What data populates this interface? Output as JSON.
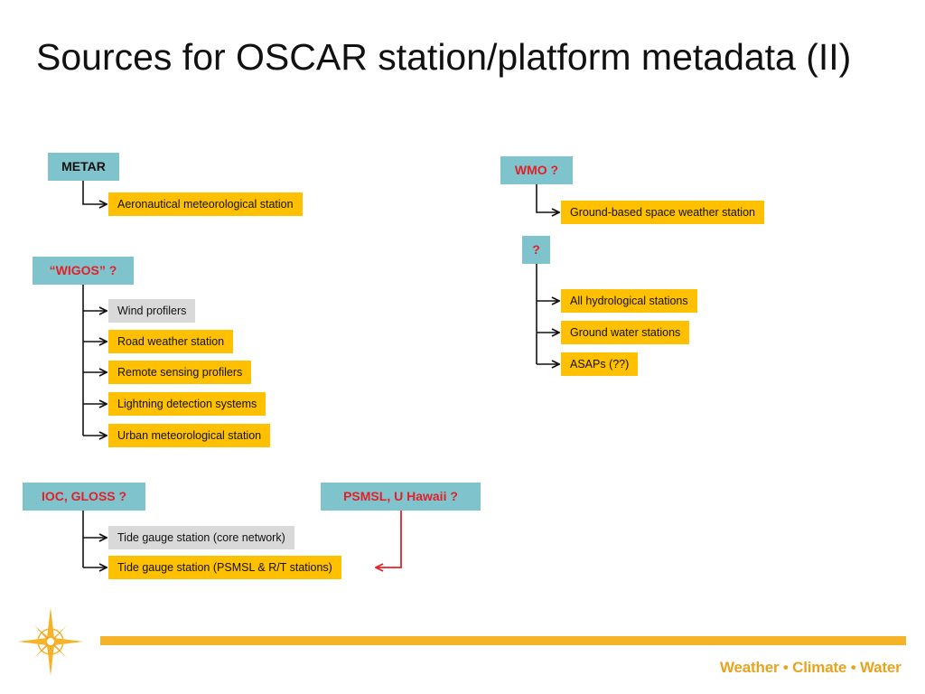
{
  "title": "Sources for OSCAR station/platform metadata (II)",
  "groups": {
    "metar": {
      "label": "METAR",
      "items": [
        "Aeronautical meteorological station"
      ]
    },
    "wigos": {
      "label": "“WIGOS” ?",
      "items": [
        "Wind profilers",
        "Road weather station",
        "Remote sensing profilers",
        "Lightning detection systems",
        "Urban meteorological station"
      ]
    },
    "ioc": {
      "label": "IOC, GLOSS ?",
      "items": [
        "Tide gauge station (core network)",
        "Tide gauge station (PSMSL & R/T stations)"
      ]
    },
    "psmsl": {
      "label": "PSMSL, U Hawaii ?"
    },
    "wmo": {
      "label": "WMO ?",
      "items": [
        "Ground-based space weather station"
      ]
    },
    "unknown": {
      "label": "?",
      "items": [
        "All hydrological stations",
        "Ground water stations",
        "ASAPs (??)"
      ]
    }
  },
  "footer": {
    "brand": "Weather • Climate • Water"
  },
  "colors": {
    "source_bg": "#7fc4cc",
    "source_text": "#e3202a",
    "item_bg": "#ffc000",
    "item_gray_bg": "#d9d9d9",
    "accent_bar": "#f5b32a",
    "psmsl_arrow": "#e3202a"
  }
}
